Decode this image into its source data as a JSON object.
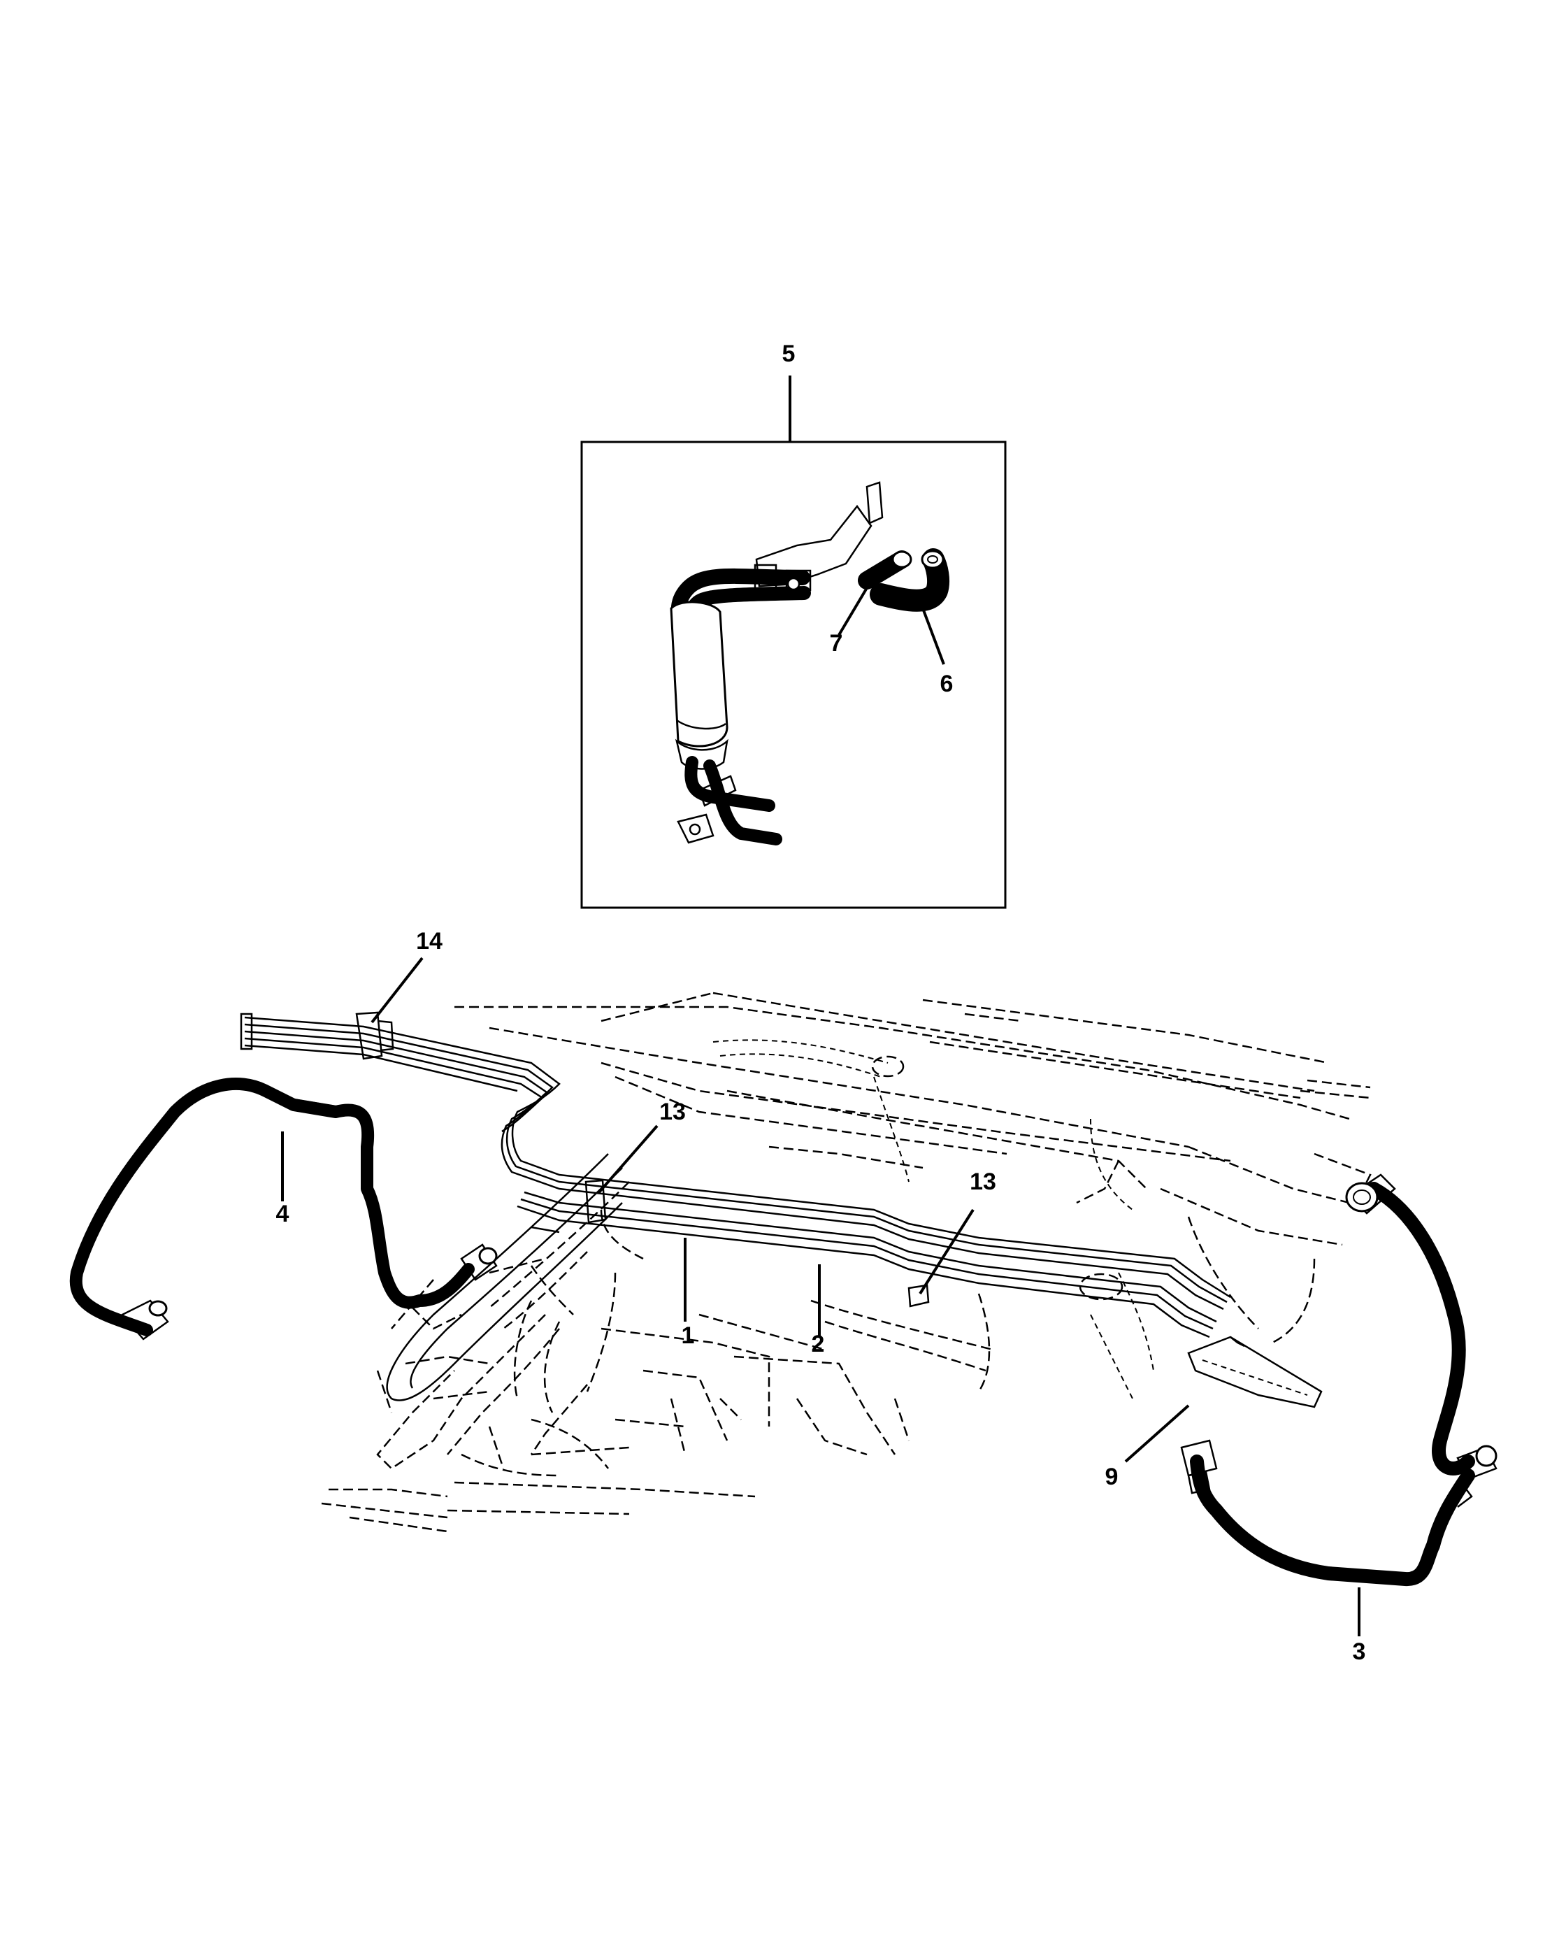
{
  "callouts": {
    "c1": "1",
    "c2": "2",
    "c3": "3",
    "c4": "4",
    "c5": "5",
    "c6": "6",
    "c7": "7",
    "c9": "9",
    "c13a": "13",
    "c13b": "13",
    "c14": "14"
  }
}
